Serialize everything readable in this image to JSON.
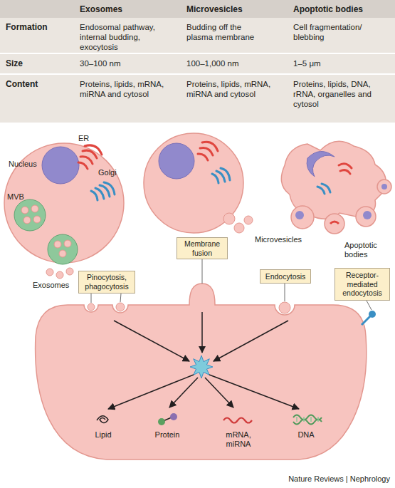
{
  "diagram": {
    "nodes": [
      {
        "text": [
          "Membrane fusion"
        ]
      },
      {
        "text": [
          "Pinocytosis, phagocytosis"
        ]
      },
      {
        "text": [
          "Endocytosis"
        ]
      },
      {
        "text": [
          "Receptor-mediated endocytosis"
        ]
      }
    ],
    "labels": [
      "Exosomes",
      "Microvesicles",
      "Apoptotic bodies",
      "Formation",
      "Endosomal pathway, internal budding, exocytosis",
      "Budding off the plasma membrane",
      "Cell fragmentation/ blebbing",
      "Size",
      "30–100 nm",
      "100–1,000 nm",
      "1–5 μm",
      "Content",
      "Proteins, lipids, mRNA, miRNA and cytosol",
      "Proteins, lipids, mRNA, miRNA and cytosol",
      "Proteins, lipids, DNA, rRNA, organelles and cytosol",
      "Nucleus",
      "ER",
      "MVB",
      "Golgi",
      "Exosomes",
      "Microvesicles",
      "Apoptotic bodies",
      "Lipid",
      "Protein",
      "mRNA, miRNA",
      "DNA",
      "Nature Reviews | Nephrology"
    ]
  }
}
